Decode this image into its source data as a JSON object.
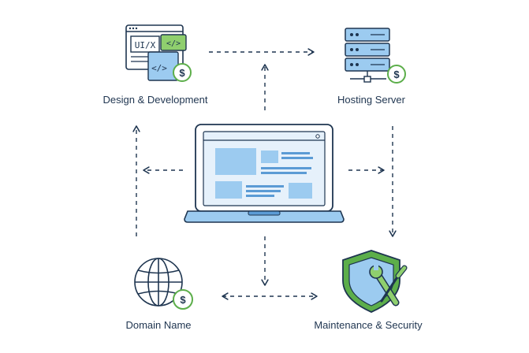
{
  "nodes": {
    "design": {
      "label": "Design & Development",
      "tag_ui": "UI/X",
      "tag_code": "</>",
      "tag_code_small": "</>",
      "currency": "$"
    },
    "hosting": {
      "label": "Hosting Server",
      "currency": "$"
    },
    "domain": {
      "label": "Domain Name",
      "currency": "$"
    },
    "maintenance": {
      "label": "Maintenance & Security"
    }
  },
  "center": {
    "device": "laptop-website"
  },
  "colors": {
    "navy": "#1e3550",
    "blue_fill": "#9ccbf0",
    "blue_mid": "#5b9bd5",
    "green": "#5cae4a",
    "green_light": "#8fcf6e"
  }
}
